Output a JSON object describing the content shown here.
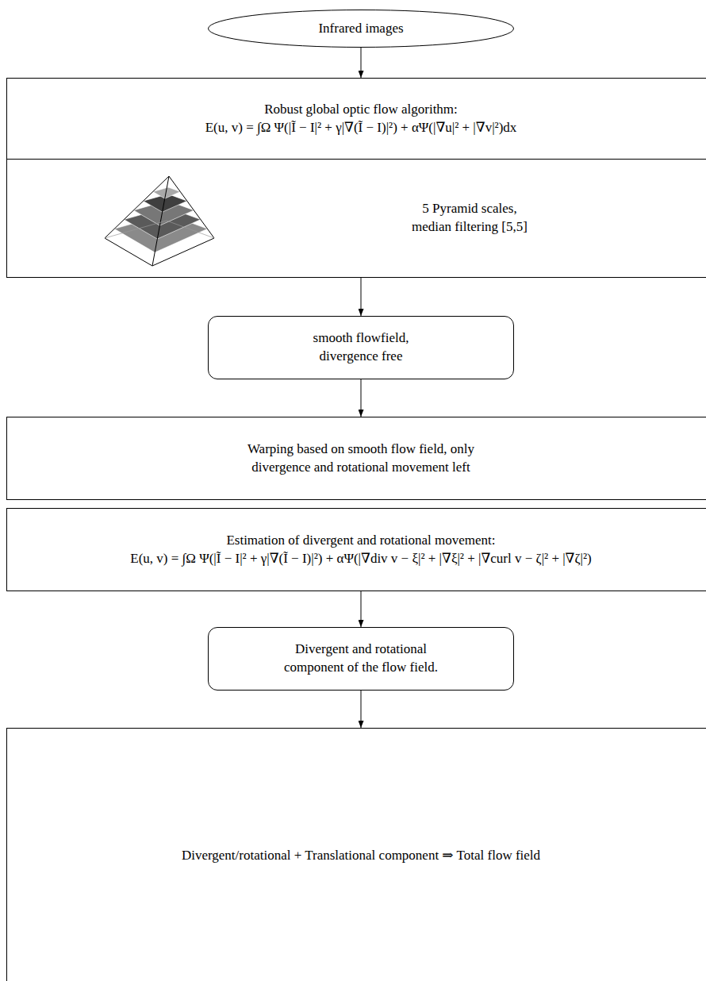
{
  "diagram": {
    "nodes": [
      {
        "text": [
          "Infrared images"
        ]
      },
      {
        "text": [
          "Robust global optic flow algorithm:",
          "E(u, v) = ∫Ω Ψ(|Ĩ − I|² + γ|∇(Ĩ − I)|²) + αΨ(|∇u|² + |∇v|²)dx"
        ]
      },
      {
        "text": [
          "5 Pyramid scales, median filtering [5,5]"
        ]
      },
      {
        "text": [
          "smooth flowfield, divergence free"
        ]
      },
      {
        "text": [
          "Warping based on smooth flow field, only divergence and rotational movement left"
        ]
      },
      {
        "text": [
          "Estimation of divergent and rotational movement:",
          "E(u, v) = ∫Ω Ψ(|Ĩ − I|² + γ|∇(Ĩ − I)|²) + αΨ(|∇div v − ξ|² + |∇ξ|² + |∇curl v − ζ|² + |∇ζ|²)"
        ]
      },
      {
        "text": [
          "Divergent and rotational component of the flow field."
        ]
      },
      {
        "text": [
          "Divergent/rotational + Translational component ⇒ Total flow field"
        ]
      }
    ],
    "edges": [
      {
        "from": 0,
        "to": 1,
        "arrow": "to"
      },
      {
        "from": 2,
        "to": 3,
        "arrow": "to"
      },
      {
        "from": 3,
        "to": 4,
        "arrow": "to"
      },
      {
        "from": 5,
        "to": 6,
        "arrow": "to"
      },
      {
        "from": 6,
        "to": 7,
        "arrow": "to"
      }
    ]
  }
}
